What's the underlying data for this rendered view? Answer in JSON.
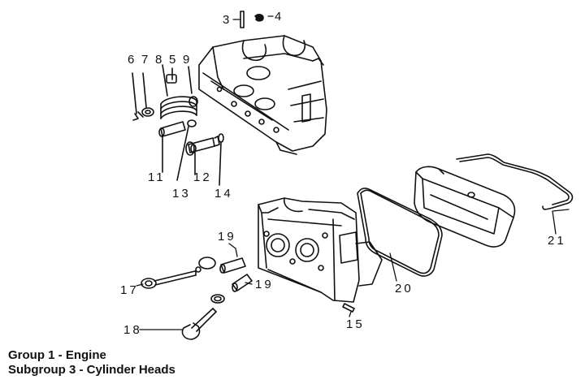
{
  "diagram": {
    "callouts": [
      {
        "id": "p3",
        "label": "3"
      },
      {
        "id": "p4",
        "label": "4"
      },
      {
        "id": "p6",
        "label": "6"
      },
      {
        "id": "p7",
        "label": "7"
      },
      {
        "id": "p8",
        "label": "8"
      },
      {
        "id": "p5",
        "label": "5"
      },
      {
        "id": "p9",
        "label": "9"
      },
      {
        "id": "p11",
        "label": "11"
      },
      {
        "id": "p12",
        "label": "12"
      },
      {
        "id": "p13",
        "label": "13"
      },
      {
        "id": "p14",
        "label": "14"
      },
      {
        "id": "p19a",
        "label": "19"
      },
      {
        "id": "p19b",
        "label": "19"
      },
      {
        "id": "p17",
        "label": "17"
      },
      {
        "id": "p18",
        "label": "18"
      },
      {
        "id": "p15",
        "label": "15"
      },
      {
        "id": "p20",
        "label": "20"
      },
      {
        "id": "p21",
        "label": "21"
      }
    ]
  },
  "caption": {
    "group": "Group 1 - Engine",
    "subgroup": "Subgroup 3 - Cylinder Heads"
  }
}
